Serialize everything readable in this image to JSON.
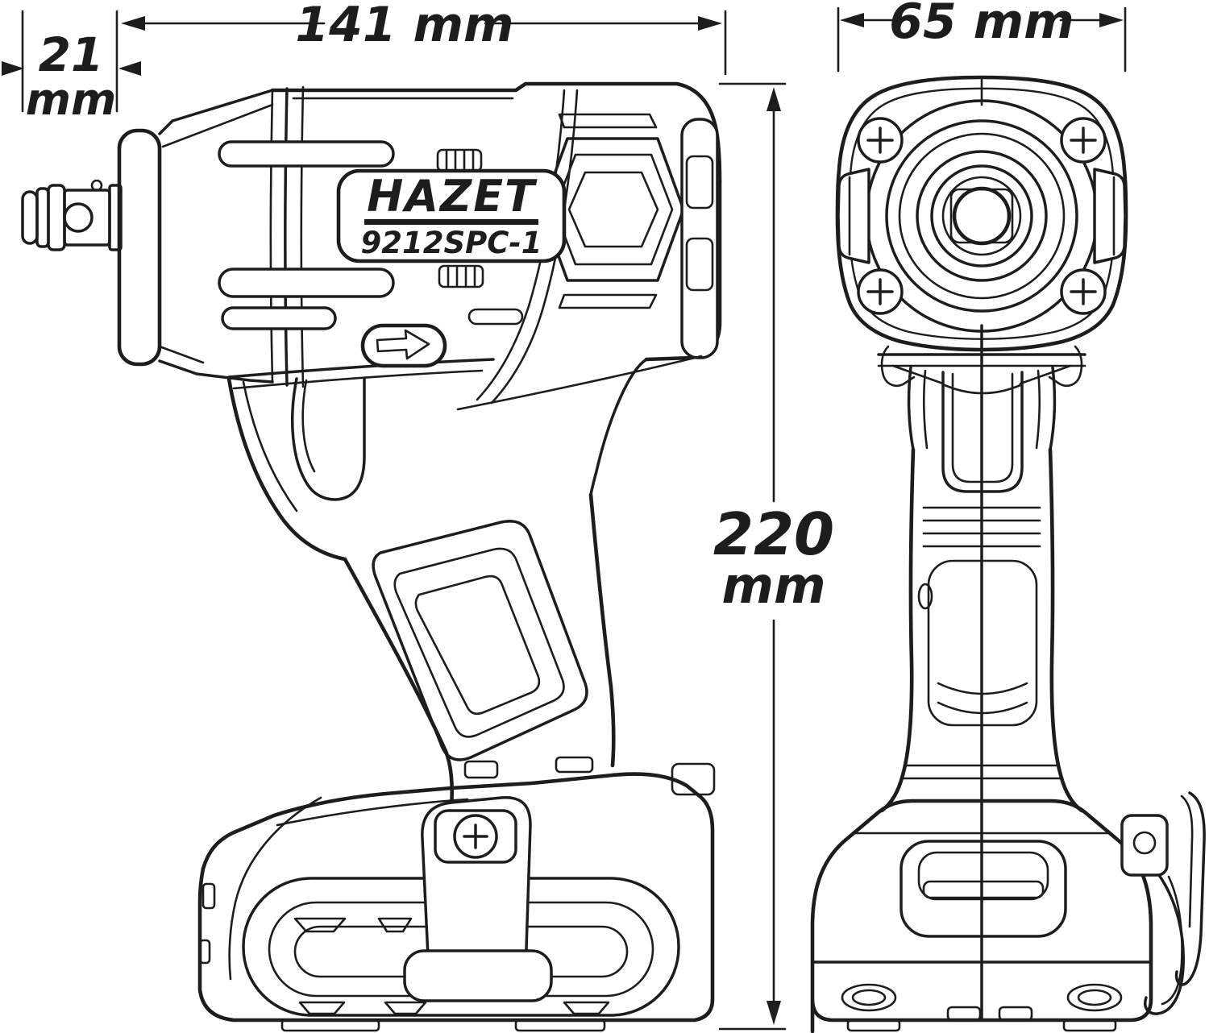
{
  "title": "Dimensional line drawing of cordless impact wrench, side and front view",
  "brand": {
    "name": "HAZET",
    "model": "9212SPC-1"
  },
  "dimensions": {
    "square_drive_length": {
      "value": "21",
      "unit": "mm",
      "label": "21 mm"
    },
    "total_length": {
      "label": "141 mm"
    },
    "head_width": {
      "label": "65 mm"
    },
    "total_height": {
      "value": "220",
      "unit": "mm",
      "label": "220 mm"
    }
  },
  "icons": {
    "direction_arrow": "right-arrow",
    "screws": "phillips-cross"
  },
  "colors": {
    "line": "#1d1d1d",
    "background": "#ffffff"
  }
}
